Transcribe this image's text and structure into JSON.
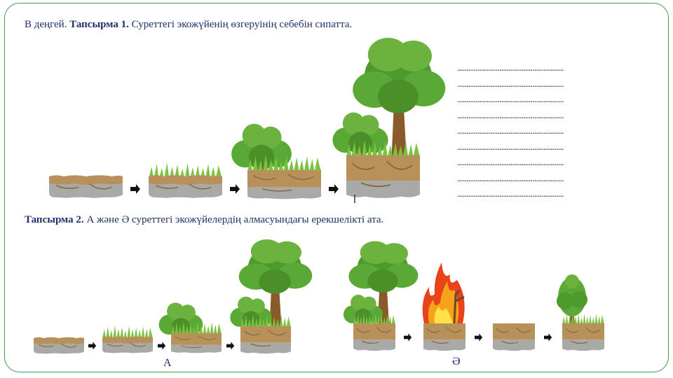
{
  "task1": {
    "level": "В деңгей.",
    "title": "Тапсырма 1.",
    "text": "Суреттегі экожүйенің өзгеруінің себебін сипатта."
  },
  "task2": {
    "title": "Тапсырма 2.",
    "text": "А және Ә суреттегі экожүйелердің алмасуындағы ерекшелікті ата."
  },
  "answer_lines": [
    "..........................................................",
    "..........................................................",
    "..........................................................",
    "..........................................................",
    "..........................................................",
    "..........................................................",
    "..........................................................",
    "..........................................................",
    ".........................................................."
  ],
  "captions": {
    "a": "А",
    "ae": "Ә"
  },
  "colors": {
    "border": "#3c9a52",
    "text": "#1f2f6b",
    "grass": "#7cc242",
    "soil": "#b8915a",
    "rock": "#a9aaa8",
    "foliage": "#4f9a2c"
  }
}
